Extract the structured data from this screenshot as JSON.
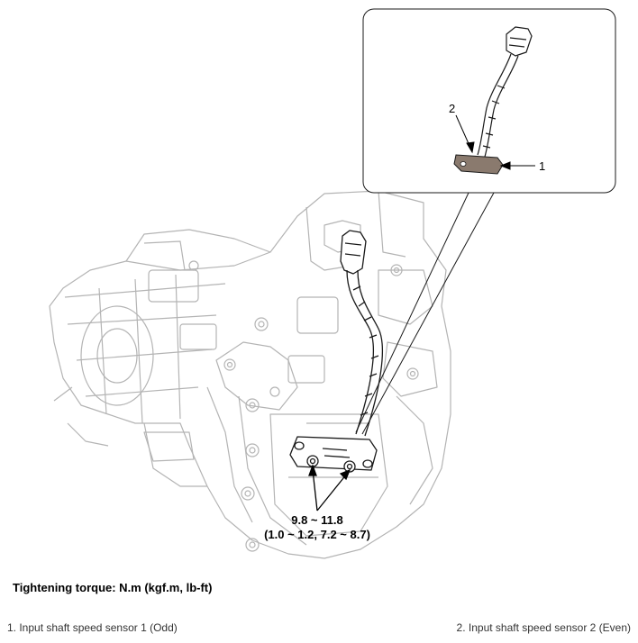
{
  "diagram": {
    "callouts": {
      "one": "1",
      "two": "2"
    },
    "torque_value": {
      "line1": "9.8 ~ 11.8",
      "line2": "(1.0 ~ 1.2, 7.2 ~ 8.7)"
    }
  },
  "torque_heading": "Tightening torque: N.m (kgf.m, lb-ft)",
  "legend": {
    "item1": "1. Input shaft speed sensor 1 (Odd)",
    "item2": "2. Input shaft speed sensor 2 (Even)"
  },
  "colors": {
    "housing_line": "#b4b4b4",
    "part_line": "#1a1a1a",
    "sensor_fill": "#8a7a6e"
  }
}
